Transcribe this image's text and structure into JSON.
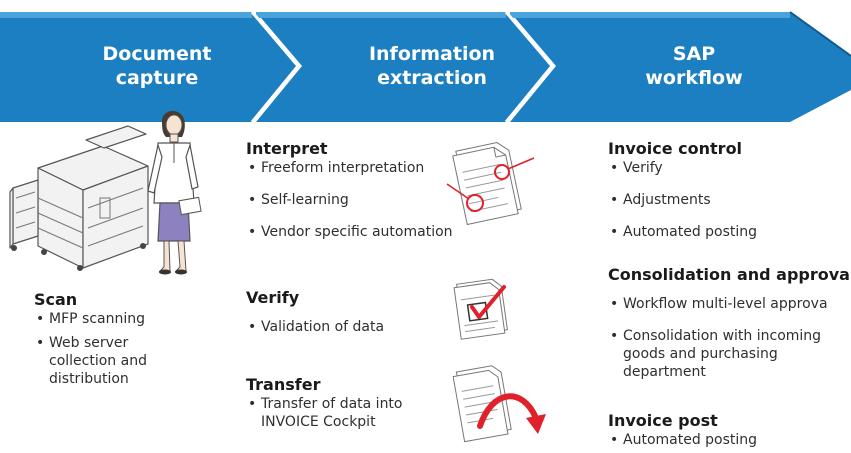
{
  "banner": {
    "color": "#1c7fc1",
    "stages": [
      {
        "line1": "Document",
        "line2": "capture"
      },
      {
        "line1": "Information",
        "line2": "extraction"
      },
      {
        "line1": "SAP",
        "line2": "workflow"
      }
    ]
  },
  "scan": {
    "title": "Scan",
    "items": [
      {
        "lines": [
          "MFP scanning"
        ]
      },
      {
        "lines": [
          "Web server",
          "collection and",
          "distribution"
        ]
      }
    ]
  },
  "interpret": {
    "title": "Interpret",
    "items": [
      {
        "lines": [
          "Freeform interpretation"
        ]
      },
      {
        "lines": [
          "Self-learning"
        ]
      },
      {
        "lines": [
          "Vendor specific automation"
        ]
      }
    ]
  },
  "verify": {
    "title": "Verify",
    "items": [
      {
        "lines": [
          "Validation of data"
        ]
      }
    ]
  },
  "transfer": {
    "title": "Transfer",
    "items": [
      {
        "lines": [
          "Transfer of data into",
          "INVOICE Cockpit"
        ]
      }
    ]
  },
  "invoice_control": {
    "title": "Invoice control",
    "items": [
      {
        "lines": [
          "Verify"
        ]
      },
      {
        "lines": [
          "Adjustments"
        ]
      },
      {
        "lines": [
          "Automated posting"
        ]
      }
    ]
  },
  "consolidation": {
    "title": "Consolidation and approva",
    "items": [
      {
        "lines": [
          "Workflow multi-level approva"
        ]
      },
      {
        "lines": [
          "Consolidation with incoming",
          "goods and purchasing",
          "department"
        ]
      }
    ]
  },
  "invoice_post": {
    "title": "Invoice post",
    "items": [
      {
        "lines": [
          "Automated posting"
        ]
      }
    ]
  },
  "icons": [
    "mfp-printer-icon",
    "businesswoman-icon",
    "document-icon",
    "checkbox-icon",
    "curved-arrow-icon"
  ],
  "accent_red": "#e0202a"
}
